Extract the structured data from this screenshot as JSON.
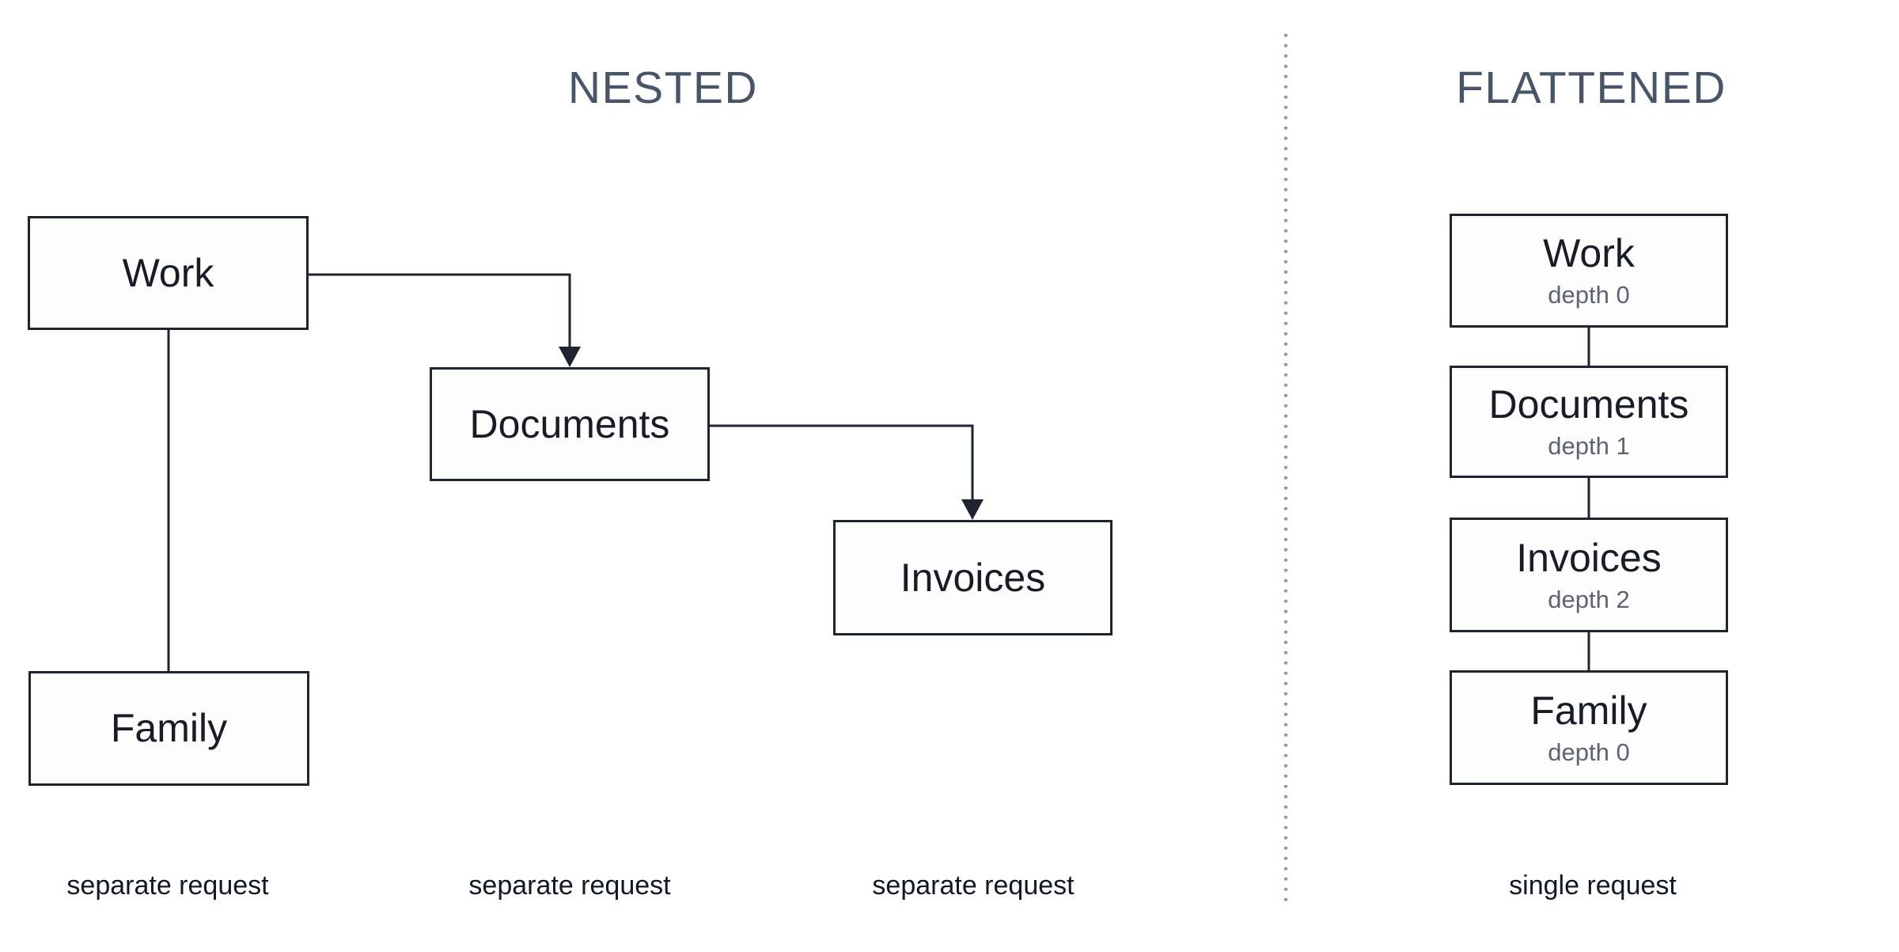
{
  "titles": {
    "nested": "NESTED",
    "flattened": "FLATTENED"
  },
  "nested": {
    "nodes": [
      {
        "id": "work",
        "label": "Work"
      },
      {
        "id": "documents",
        "label": "Documents"
      },
      {
        "id": "invoices",
        "label": "Invoices"
      },
      {
        "id": "family",
        "label": "Family"
      }
    ],
    "edges": [
      {
        "from": "Work",
        "to": "Documents",
        "arrow": true
      },
      {
        "from": "Documents",
        "to": "Invoices",
        "arrow": true
      },
      {
        "from": "Work",
        "to": "Family",
        "arrow": false
      }
    ],
    "captions": [
      "separate request",
      "separate request",
      "separate request"
    ]
  },
  "flattened": {
    "nodes": [
      {
        "label": "Work",
        "depth": "depth 0"
      },
      {
        "label": "Documents",
        "depth": "depth 1"
      },
      {
        "label": "Invoices",
        "depth": "depth 2"
      },
      {
        "label": "Family",
        "depth": "depth 0"
      }
    ],
    "caption": "single request"
  },
  "colors": {
    "background": "#ffffff",
    "box_border": "#1f2430",
    "box_fill": "#fdfdfe",
    "node_text": "#171c26",
    "depth_text": "#5b6472",
    "section_title": "#475569",
    "caption_text": "#111827",
    "divider_dots": "#9097a1",
    "connector_line": "#1f2430"
  }
}
